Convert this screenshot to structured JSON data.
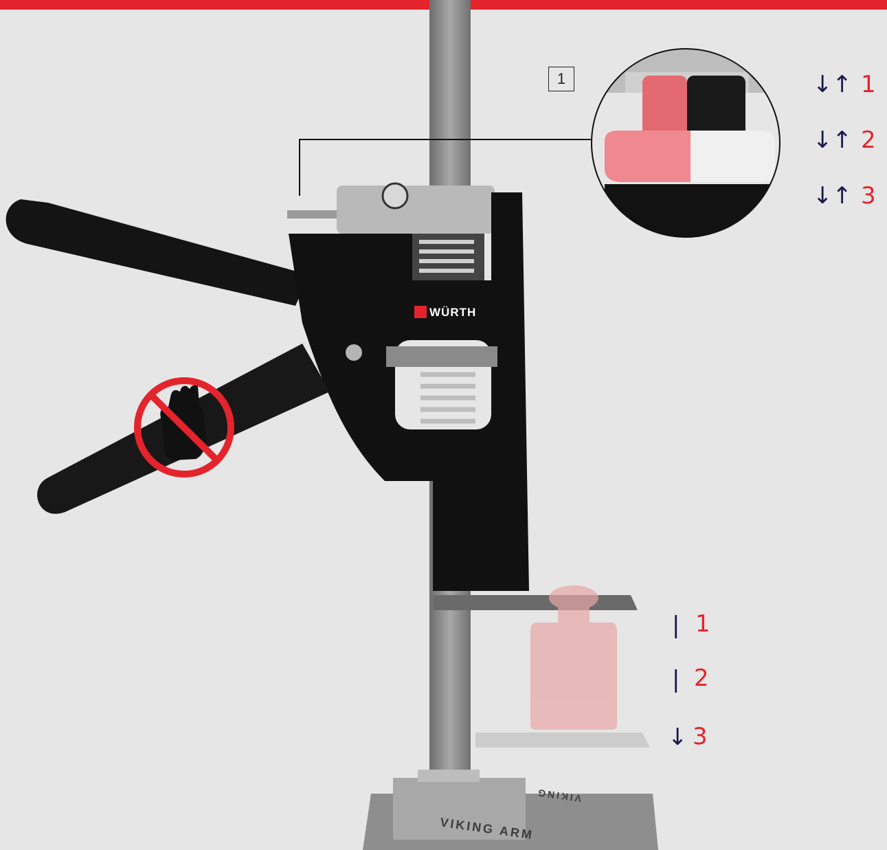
{
  "colors": {
    "accent": "#e4242c",
    "arrow": "#1a1a4e",
    "background": "#e6e6e6"
  },
  "step_box": {
    "label": "1"
  },
  "brand": {
    "name": "WÜRTH"
  },
  "base_text": {
    "front": "VIKING ARM",
    "back": "VIKING"
  },
  "lever_settings": [
    {
      "arrows": "↓↑",
      "label": "1"
    },
    {
      "arrows": "↓↑",
      "label": "2"
    },
    {
      "arrows": "↓↑",
      "label": "3"
    }
  ],
  "load_steps": [
    {
      "marker": "|",
      "label": "1"
    },
    {
      "marker": "|",
      "label": "2"
    },
    {
      "marker": "↓",
      "label": "3"
    }
  ],
  "icons": [
    "no-hand-icon",
    "weight-icon",
    "detail-magnifier"
  ]
}
